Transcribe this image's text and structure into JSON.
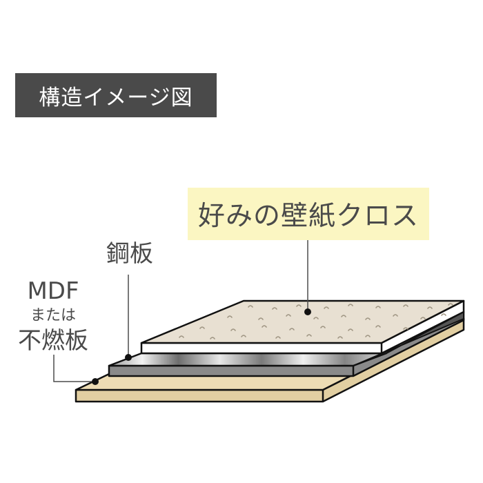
{
  "title": "構造イメージ図",
  "callout": "好みの壁紙クロス",
  "labels": {
    "steel": "鋼板",
    "mdf": "MDF",
    "or": "または",
    "noncombustible": "不燃板"
  },
  "colors": {
    "title_bg": "#4a4a4a",
    "callout_bg": "#fbf6c2",
    "wallpaper": "#e8e0d2",
    "steel": "#8a8a8a",
    "mdf": "#e2cfa2",
    "text": "#4a4a4a"
  }
}
